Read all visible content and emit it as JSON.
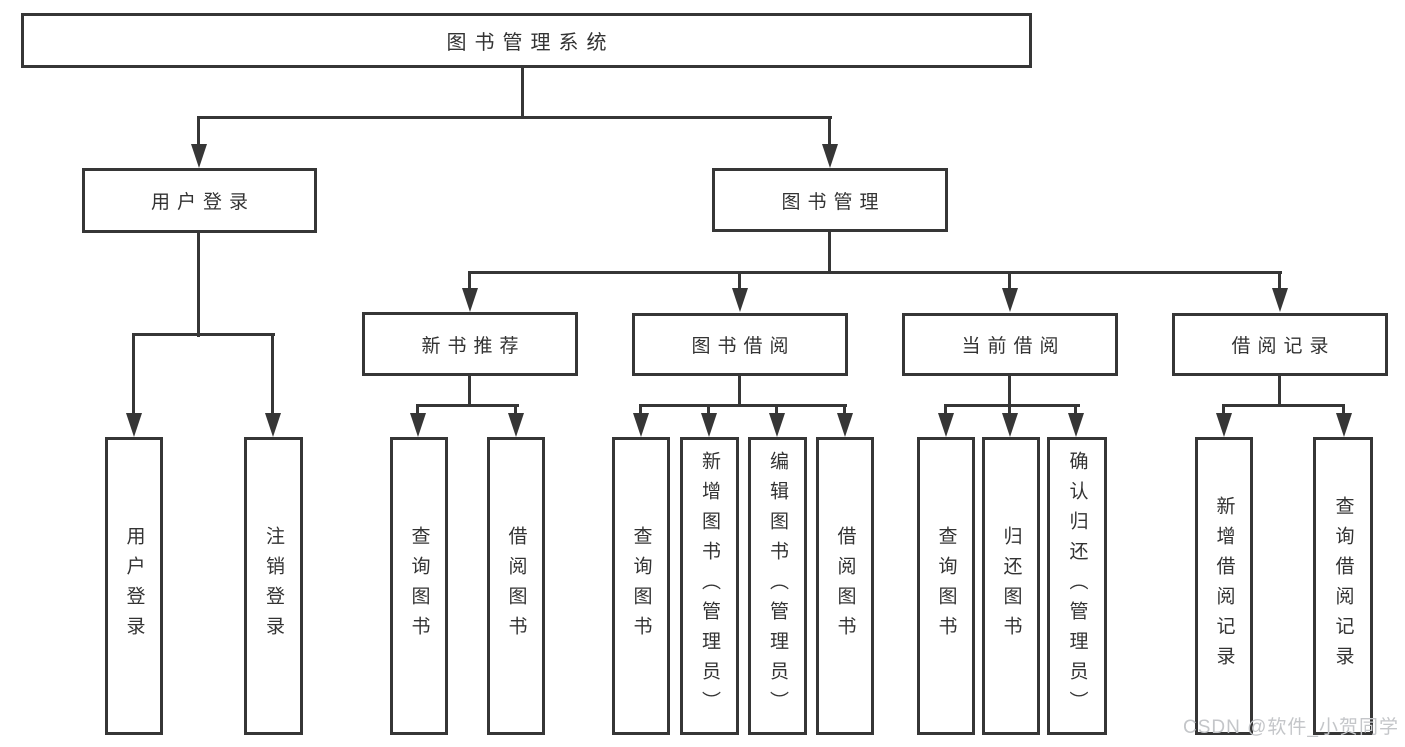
{
  "tree": {
    "label": "图书管理系统",
    "children": [
      {
        "label": "用户登录",
        "children": [
          {
            "label": "用户登录"
          },
          {
            "label": "注销登录"
          }
        ]
      },
      {
        "label": "图书管理",
        "children": [
          {
            "label": "新书推荐",
            "children": [
              {
                "label": "查询图书"
              },
              {
                "label": "借阅图书"
              }
            ]
          },
          {
            "label": "图书借阅",
            "children": [
              {
                "label": "查询图书"
              },
              {
                "label": "新增图书（管理员）"
              },
              {
                "label": "编辑图书（管理员）"
              },
              {
                "label": "借阅图书"
              }
            ]
          },
          {
            "label": "当前借阅",
            "children": [
              {
                "label": "查询图书"
              },
              {
                "label": "归还图书"
              },
              {
                "label": "确认归还（管理员）"
              }
            ]
          },
          {
            "label": "借阅记录",
            "children": [
              {
                "label": "新增借阅记录"
              },
              {
                "label": "查询借阅记录"
              }
            ]
          }
        ]
      }
    ]
  },
  "watermark": {
    "text": "CSDN @软件_小贺同学"
  },
  "colors": {
    "line": "#363636",
    "text": "#333333",
    "watermark": "#c4c6c9",
    "background": "#ffffff"
  }
}
